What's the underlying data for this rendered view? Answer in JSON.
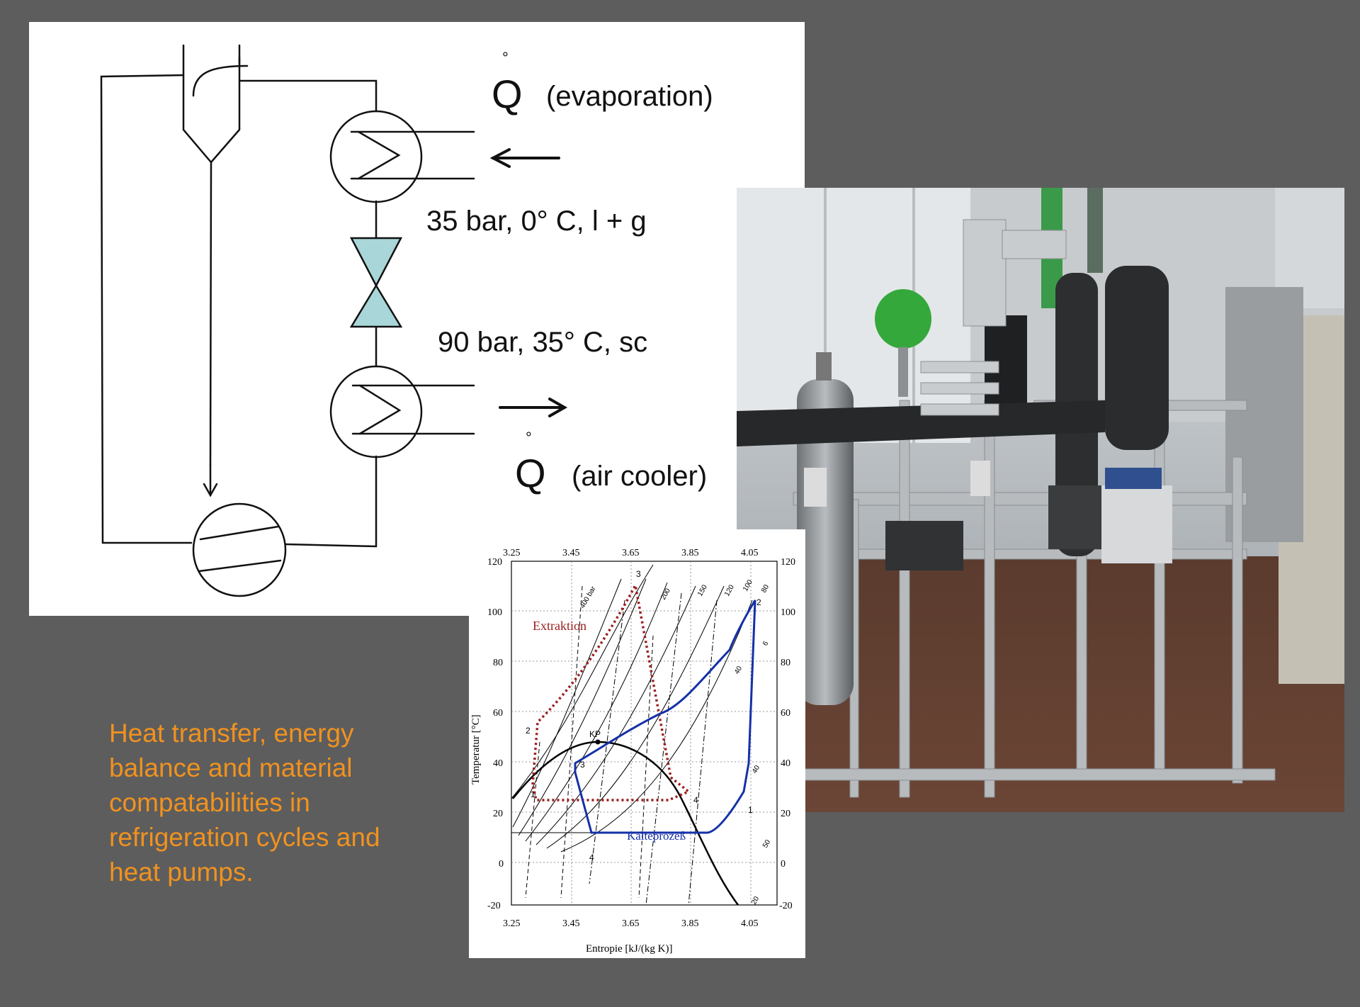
{
  "schematic": {
    "q_symbol": "Q",
    "q_dot": "°",
    "evaporation_label": "(evaporation)",
    "air_cooler_label": "(air cooler)",
    "low_state": "35 bar, 0° C, l + g",
    "high_state": "90 bar, 35° C, sc"
  },
  "photo": {
    "description_icon": "test-rig-photo"
  },
  "ts_diagram": {
    "xticks": [
      "3.25",
      "3.45",
      "3.65",
      "3.85",
      "4.05"
    ],
    "yticks": [
      "120",
      "100",
      "80",
      "60",
      "40",
      "20",
      "0",
      "-20"
    ],
    "xlabel": "Entropie [kJ/(kg K)]",
    "ylabel": "Temperatur [°C]",
    "extraction_label": "Extraktion",
    "cooling_label": "Kälteprozeß",
    "critical_point_label": "KP",
    "isobar_labels": [
      "400 bar",
      "200",
      "150",
      "120",
      "100",
      "80",
      "40",
      "20"
    ],
    "red_points": [
      "3",
      "2",
      "1",
      "4"
    ],
    "blue_points": [
      "3",
      "2",
      "1",
      "4"
    ],
    "misc_labels": [
      "6",
      "40",
      "50",
      "20"
    ]
  },
  "caption": {
    "lines": [
      "Heat transfer, energy",
      "balance and material",
      "compatabilities in",
      "refrigeration cycles and",
      "heat pumps."
    ]
  },
  "colors": {
    "caption": "#f0921f",
    "red_cycle": "#9b1c1c",
    "blue_cycle": "#1530a8",
    "valve": "#a9d6d8"
  }
}
